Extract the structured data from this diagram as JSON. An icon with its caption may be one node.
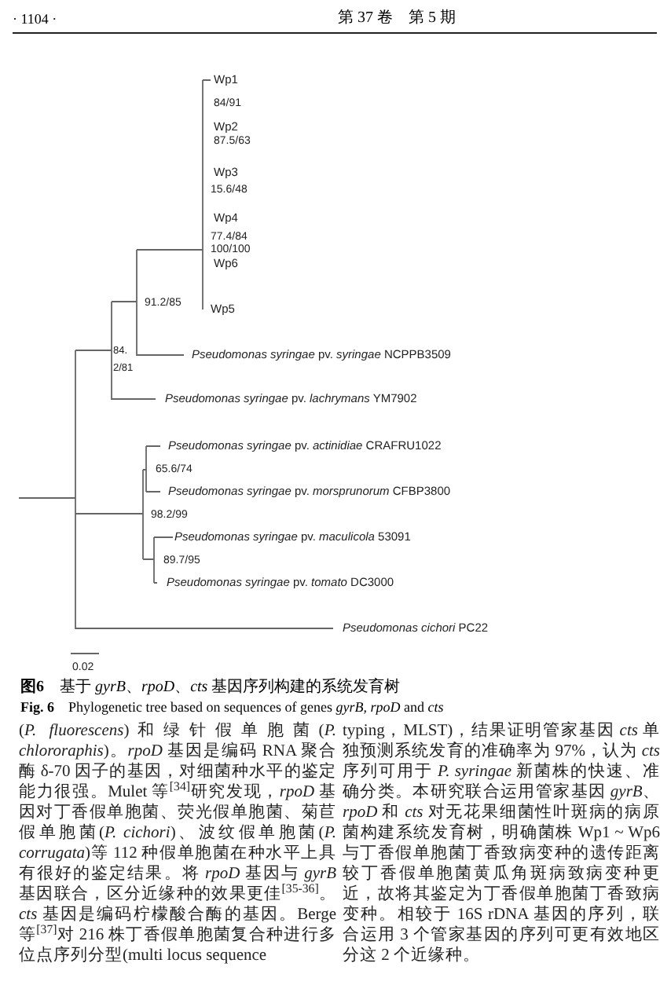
{
  "diagram": {
    "caption": "**图6**　基于 *gyrB*、*rpoD*、*cts* 基因序列构建的系统发育树",
    "labels": [
      "· 1104 ·",
      "第 37 卷　第 5 期",
      "Wp1",
      "84/91",
      "Wp2",
      "87.5/63",
      "Wp3",
      "15.6/48",
      "Wp4",
      "77.4/84",
      "100/100",
      "Wp6",
      "91.2/85",
      "Wp5",
      "*Pseudomonas syringae* pv. *syringae* NCPPB3509",
      "84.2/81",
      "*Pseudomonas syringae* pv. *lachrymans* YM7902",
      "*Pseudomonas syringae* pv. *actinidiae* CRAFRU1022",
      "65.6/74",
      "*Pseudomonas syringae* pv. *morsprunorum* CFBP3800",
      "98.2/99",
      "*Pseudomonas syringae* pv. *maculicola* 53091",
      "89.7/95",
      "*Pseudomonas syringae* pv. *tomato* DC3000",
      "*Pseudomonas cichori* PC22",
      "0.02",
      "**Fig. 6**　Phylogenetic tree based on sequences of genes *gyrB*, *rpoD* and *cts*",
      "(*P. fluorescens*)和绿针假单胞菌(*P. chlororaphis*)。*rpoD* 基因是编码 RNA 聚合酶 δ-70 因子的基因，对细菌种水平的鉴定能力很强。Mulet 等$^{[34]}$研究发现，*rpoD* 基因对丁香假单胞菌、荧光假单胞菌、菊苣假单胞菌(*P. cichori*)、波纹假单胞菌(*P. corrugata*)等 112 种假单胞菌在种水平上具有很好的鉴定结果。将 *rpoD* 基因与 *gyrB* 基因联合，区分近缘种的效果更佳$^{[35-36]}$。*cts* 基因是编码柠檬酸合酶的基因。Berge 等$^{[37]}$对 216 株丁香假单胞菌复合种进行多位点序列分型(multi locus sequence",
      "typing，MLST)，结果证明管家基因 *cts* 单独预测系统发育的准确率为 97%，认为 *cts* 序列可用于 *P. syringae* 新菌株的快速、准确分类。本研究联合运用管家基因 *gyrB*、*rpoD* 和 *cts* 对无花果细菌性叶斑病的病原菌构建系统发育树，明确菌株 Wp1 ~ Wp6 与丁香假单胞菌丁香致病变种的遗传距离较丁香假单胞菌黄瓜角斑病致病变种更近，故将其鉴定为丁香假单胞菌丁香致病变种。相较于 16S rDNA 基因的序列，联合运用 3 个管家基因的序列可更有效地区分这 2 个近缘种。"
    ]
  }
}
